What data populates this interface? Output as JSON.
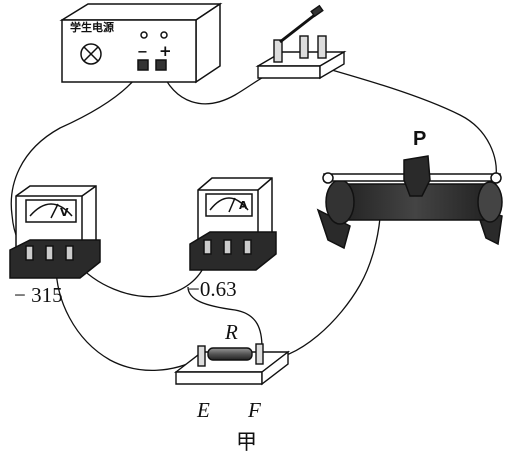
{
  "power_supply": {
    "label": "学生电源",
    "minus": "−",
    "plus": "+"
  },
  "voltmeter": {
    "symbol": "V",
    "scale": "− 315"
  },
  "ammeter": {
    "symbol": "A",
    "scale": "−0.63"
  },
  "rheostat": {
    "slider_label": "P"
  },
  "resistor": {
    "label": "R",
    "terminal_left": "E",
    "terminal_right": "F"
  },
  "figure": {
    "caption": "甲"
  },
  "colors": {
    "ink": "#111111",
    "device_fill": "#ffffff",
    "dark_fill": "#2a2a2a"
  }
}
